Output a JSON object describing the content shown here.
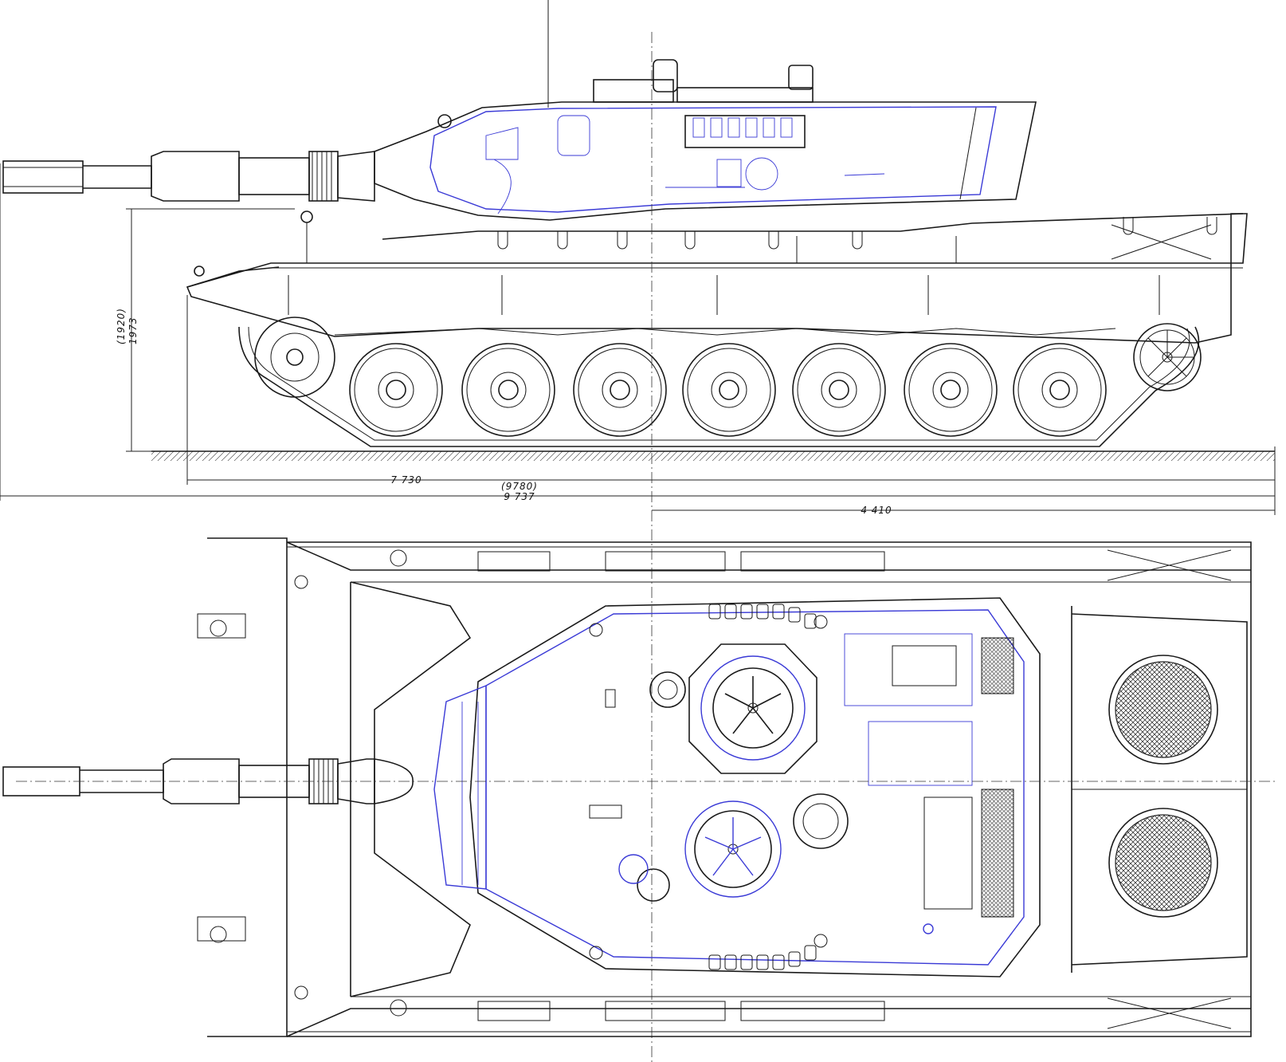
{
  "dimensions": {
    "hull_length": "7 730",
    "overall_length_alt": "(9780)",
    "overall_length": "9 737",
    "rear_offset": "4 410",
    "height_alt": "(1920)",
    "height": "1973"
  },
  "colors": {
    "ink": "#1a1a1a",
    "turret_overlay": "#3a3ad6",
    "background": "#ffffff"
  }
}
